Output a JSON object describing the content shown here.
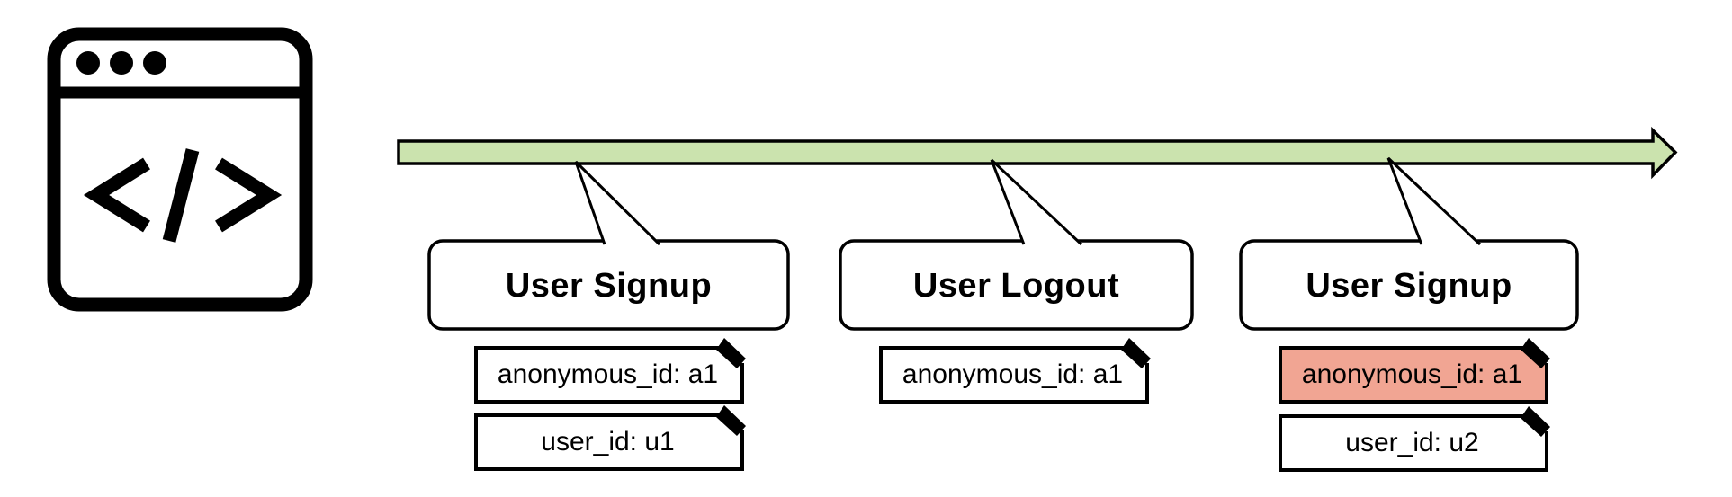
{
  "diagram": {
    "name": "user-identity-event-timeline",
    "colors": {
      "timeline_fill": "#cbe3ae",
      "tag_fill": "#ffffff",
      "highlight_fill": "#f1a593",
      "callout_fill": "#ffffff",
      "outline": "#000000"
    },
    "icons": {
      "browser_window": "browser-window-icon",
      "code": "code-icon"
    },
    "events": [
      {
        "title": "User Signup",
        "tags": [
          {
            "label": "anonymous_id: a1",
            "highlighted": false
          },
          {
            "label": "user_id: u1",
            "highlighted": false
          }
        ]
      },
      {
        "title": "User Logout",
        "tags": [
          {
            "label": "anonymous_id: a1",
            "highlighted": false
          }
        ]
      },
      {
        "title": "User Signup",
        "tags": [
          {
            "label": "anonymous_id: a1",
            "highlighted": true
          },
          {
            "label": "user_id: u2",
            "highlighted": false
          }
        ]
      }
    ]
  }
}
